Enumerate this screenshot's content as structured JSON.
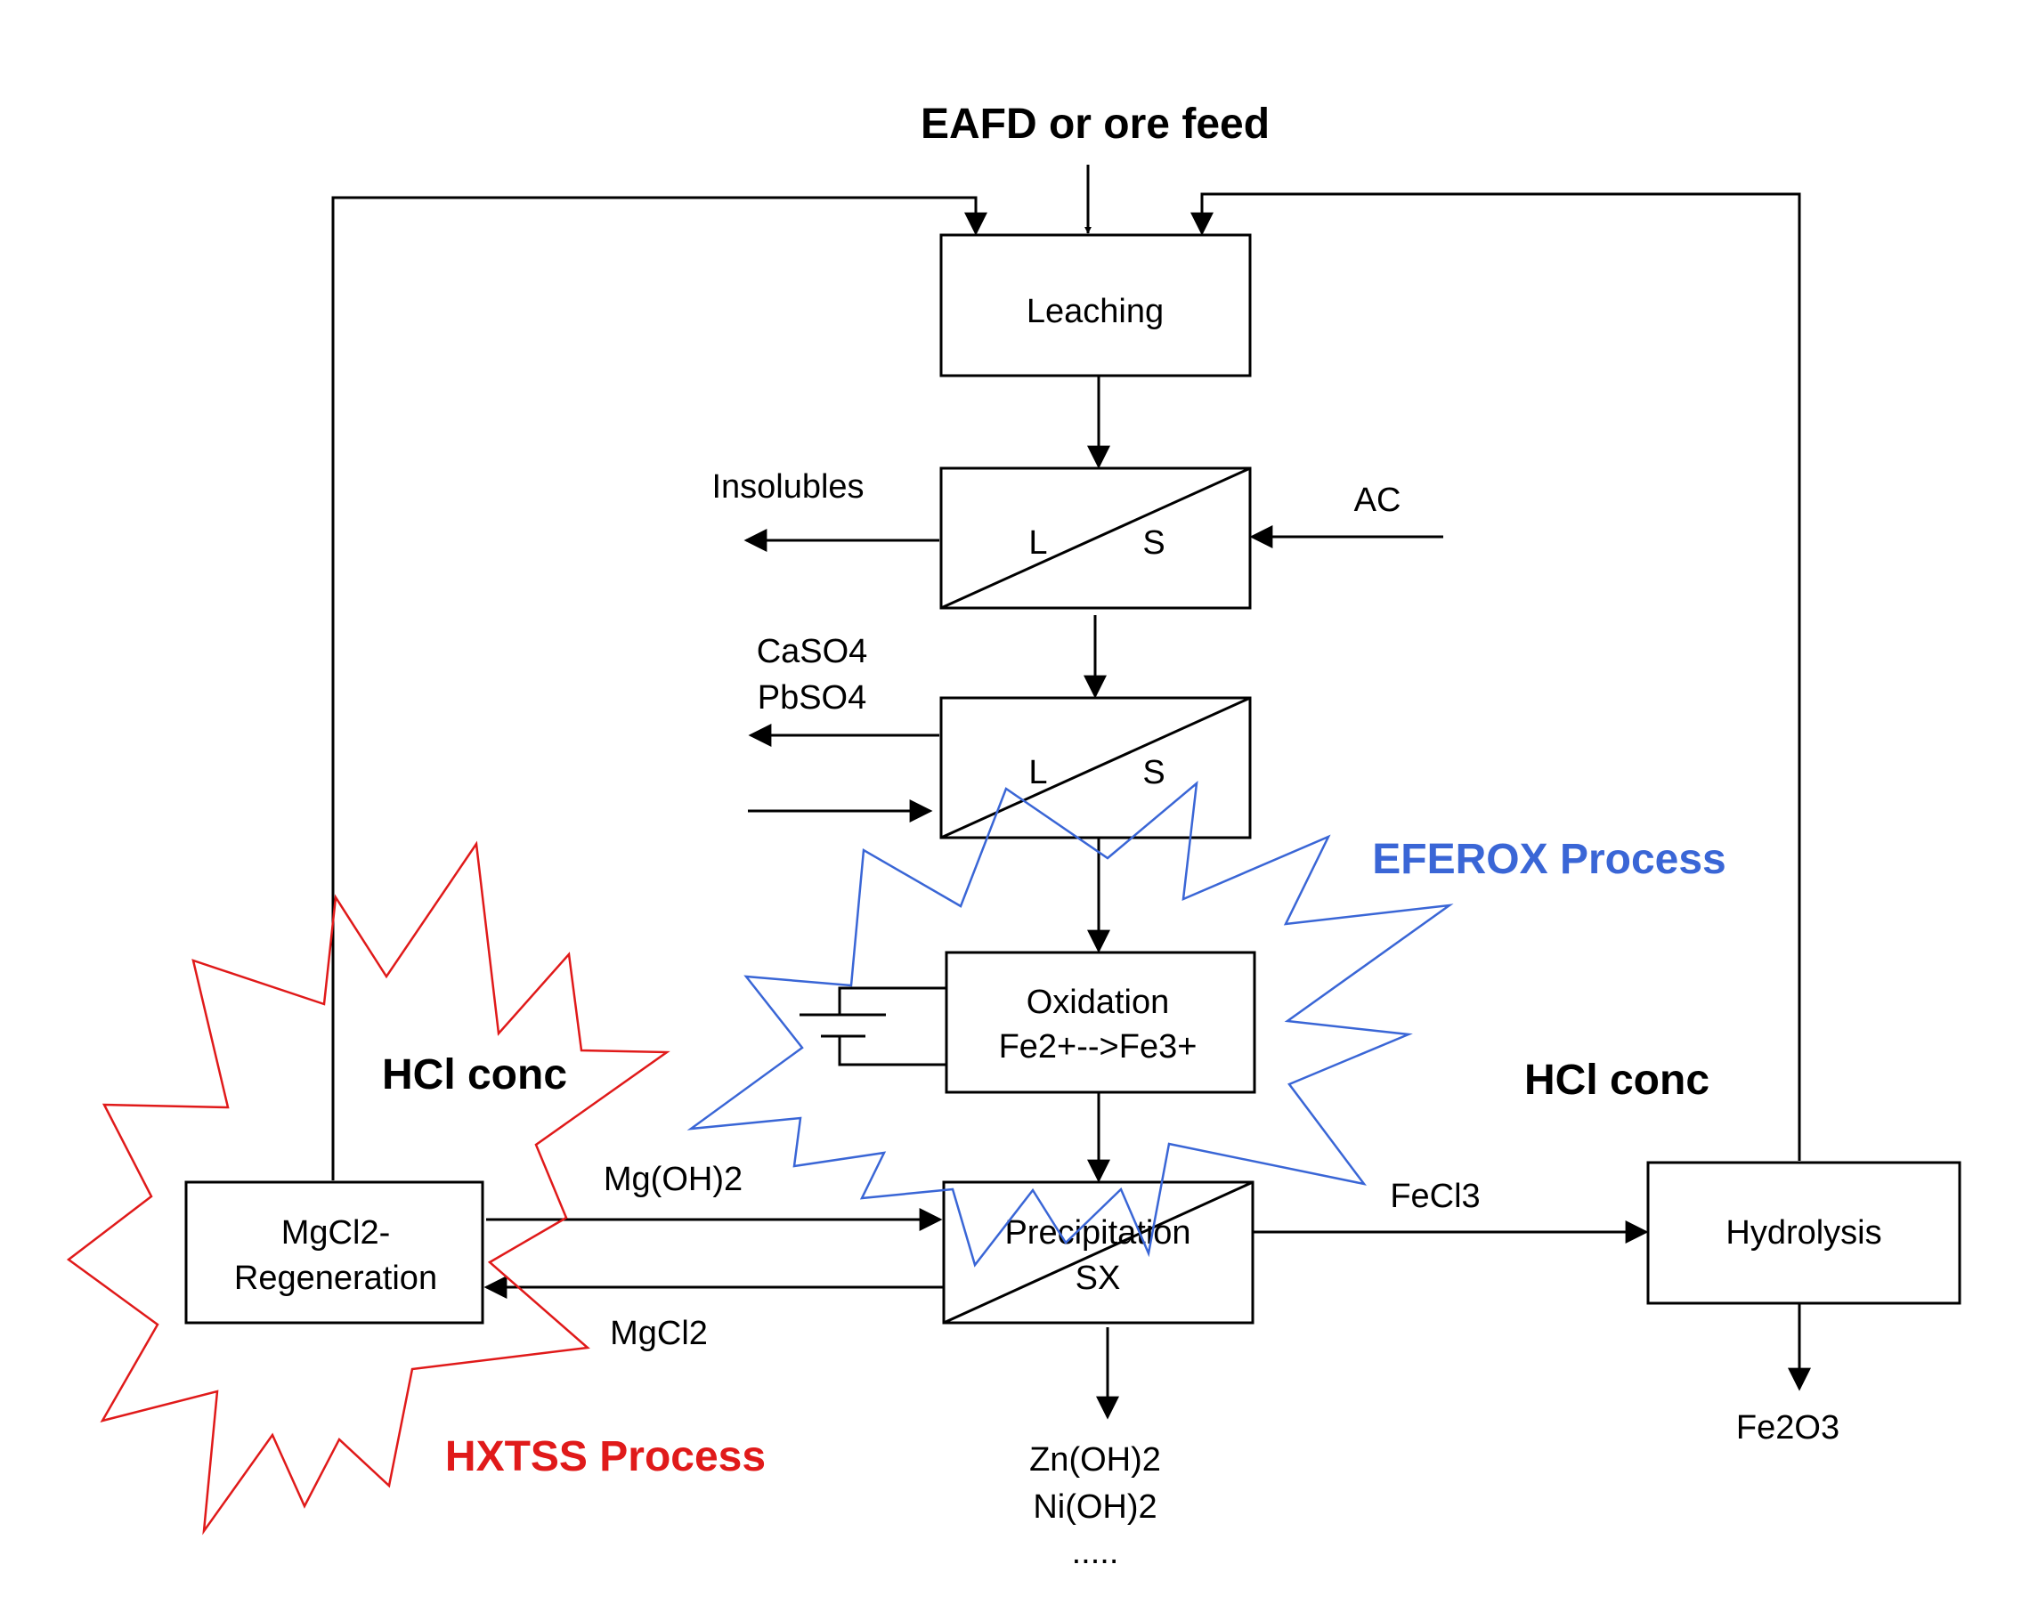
{
  "diagram": {
    "feed_label": "EAFD or ore feed",
    "leaching": "Leaching",
    "insolubles": "Insolubles",
    "ac": "AC",
    "sep1_l": "L",
    "sep1_s": "S",
    "sulfates_line1": "CaSO4",
    "sulfates_line2": "PbSO4",
    "sep2_l": "L",
    "sep2_s": "S",
    "oxidation_line1": "Oxidation",
    "oxidation_line2": "Fe2+-->Fe3+",
    "precip_line1": "Precipitation",
    "precip_line2": "SX",
    "mgcl2_regen_line1": "MgCl2-",
    "mgcl2_regen_line2": "Regeneration",
    "hydrolysis": "Hydrolysis",
    "mgoh2": "Mg(OH)2",
    "mgcl2": "MgCl2",
    "fecl3": "FeCl3",
    "fe2o3": "Fe2O3",
    "product_line1": "Zn(OH)2",
    "product_line2": "Ni(OH)2",
    "product_line3": ".....",
    "hcl_left": "HCl conc",
    "hcl_right": "HCl conc",
    "eferox": "EFEROX Process",
    "hxtss": "HXTSS Process"
  },
  "colors": {
    "eferox": "#3a66d6",
    "hxtss": "#e01a1a",
    "line": "#000000"
  }
}
